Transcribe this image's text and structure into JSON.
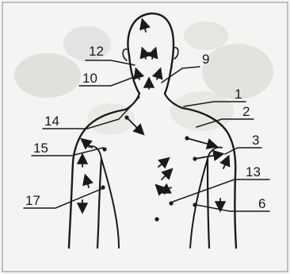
{
  "figure": {
    "labels": [
      {
        "key": "l12",
        "text": "12"
      },
      {
        "key": "l9",
        "text": "9"
      },
      {
        "key": "l10",
        "text": "10"
      },
      {
        "key": "l1",
        "text": "1"
      },
      {
        "key": "l2",
        "text": "2"
      },
      {
        "key": "l14",
        "text": "14"
      },
      {
        "key": "l3",
        "text": "3"
      },
      {
        "key": "l15",
        "text": "15"
      },
      {
        "key": "l13",
        "text": "13"
      },
      {
        "key": "l17",
        "text": "17"
      },
      {
        "key": "l6",
        "text": "6"
      }
    ],
    "colors": {
      "ink": "#1a1a1a",
      "background": "#f4f4f2",
      "stipple": "#cfcfcb"
    }
  }
}
